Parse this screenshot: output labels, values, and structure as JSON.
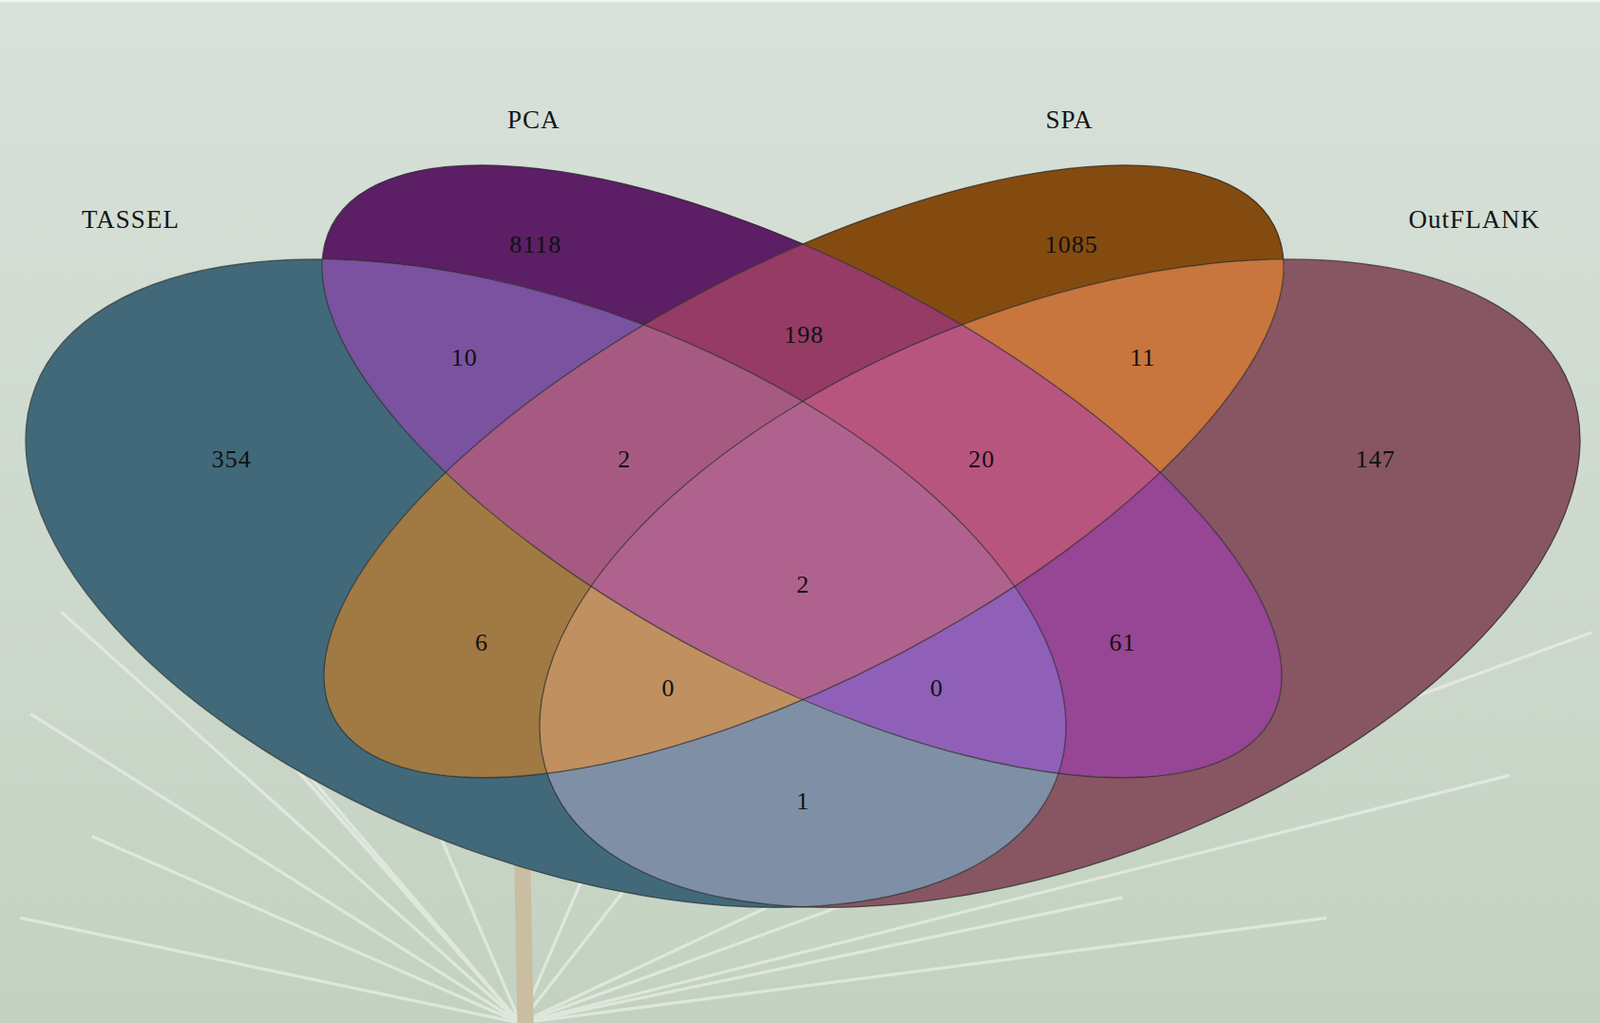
{
  "diagram": {
    "nodes": [
      {
        "text": [
          "PCA"
        ]
      },
      {
        "text": [
          "SPA"
        ]
      },
      {
        "text": [
          "TASSEL"
        ]
      },
      {
        "text": [
          "OutFLANK"
        ]
      }
    ],
    "labels": [
      "8118",
      "1085",
      "198",
      "10",
      "11",
      "354",
      "2",
      "20",
      "147",
      "2",
      "6",
      "61",
      "0",
      "0",
      "1"
    ]
  }
}
